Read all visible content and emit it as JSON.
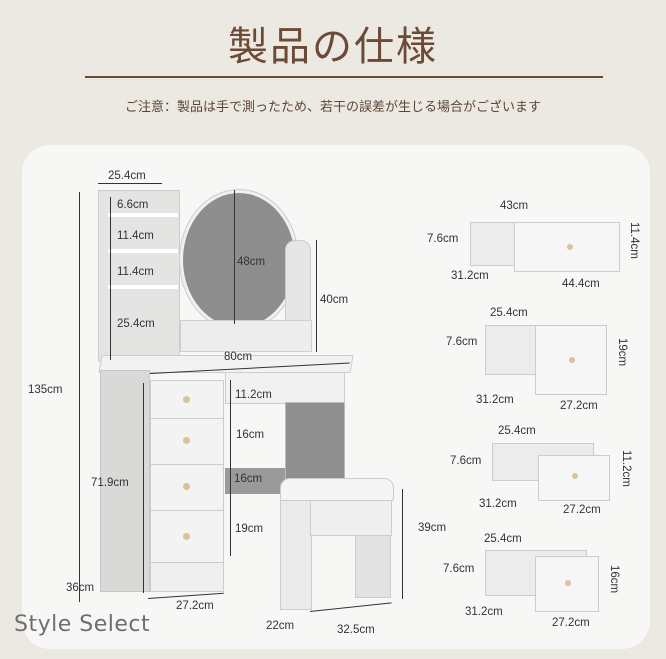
{
  "header": {
    "title": "製品の仕様",
    "note": "ご注意：製品は手で測ったため、若干の誤差が生じる場合がございます"
  },
  "vanity": {
    "shelf_width": "25.4cm",
    "shelf_heights": [
      "6.6cm",
      "11.4cm",
      "11.4cm",
      "25.4cm"
    ],
    "mirror_diameter": "48cm",
    "mirror_stand_height": "40cm",
    "total_height": "135cm",
    "table_width": "80cm",
    "drawer_heights": [
      "11.2cm",
      "16cm",
      "16cm",
      "19cm"
    ],
    "table_height": "71.9cm",
    "depth": "36cm",
    "cabinet_width": "27.2cm"
  },
  "stool": {
    "height": "39cm",
    "depth": "22cm",
    "width": "32.5cm"
  },
  "drawers": [
    {
      "top": "43cm",
      "side": "7.6cm",
      "depth": "31.2cm",
      "front_width": "44.4cm",
      "front_height": "11.4cm"
    },
    {
      "top": "25.4cm",
      "side": "7.6cm",
      "depth": "31.2cm",
      "front_width": "27.2cm",
      "front_height": "19cm"
    },
    {
      "top": "25.4cm",
      "side": "7.6cm",
      "depth": "31.2cm",
      "front_width": "27.2cm",
      "front_height": "11.2cm"
    },
    {
      "top": "25.4cm",
      "side": "7.6cm",
      "depth": "31.2cm",
      "front_width": "27.2cm",
      "front_height": "16cm"
    }
  ],
  "watermark": "Style Select",
  "colors": {
    "background": "#ece8e2",
    "title": "#6b4a36",
    "card": "#f7f7f6"
  }
}
